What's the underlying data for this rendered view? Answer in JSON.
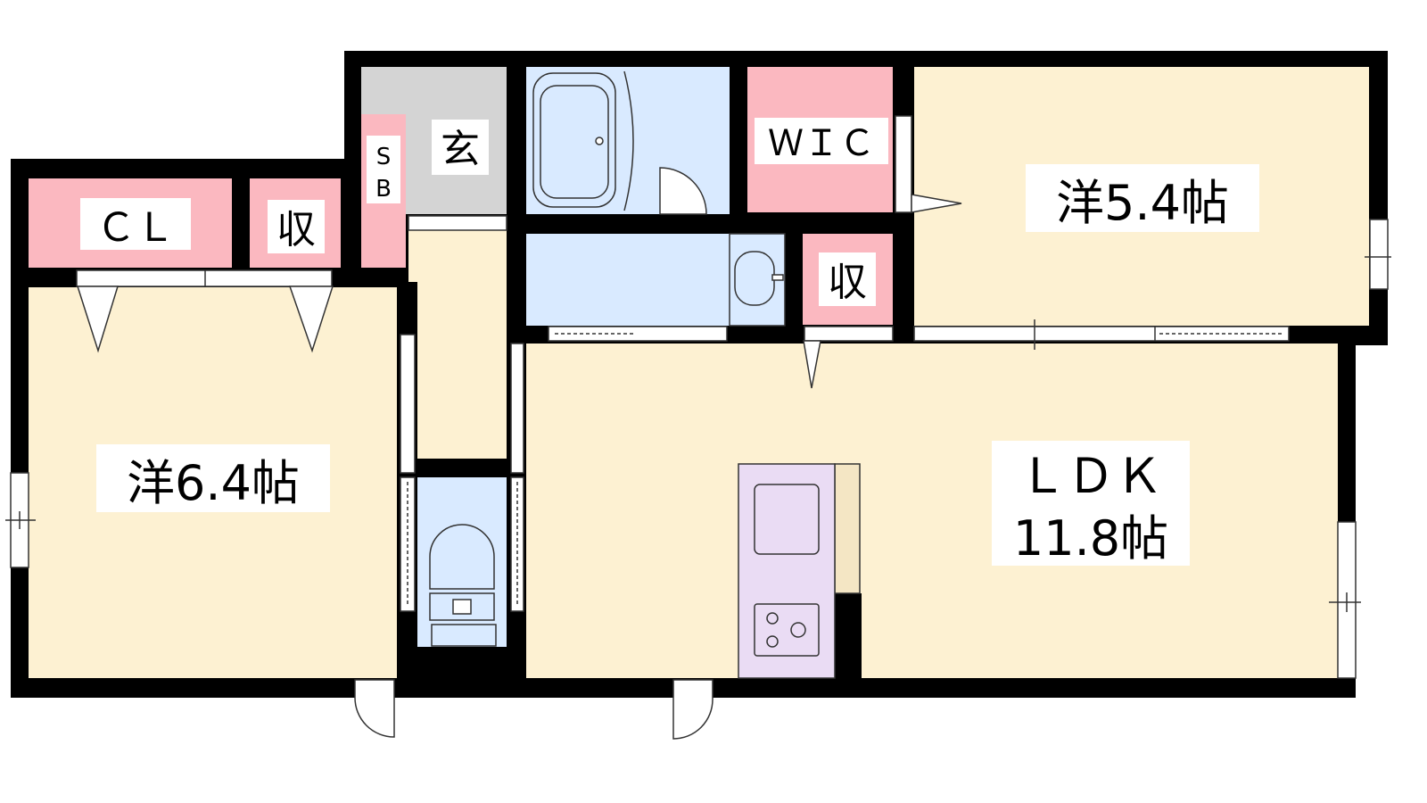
{
  "colors": {
    "wall": "#000000",
    "room": "#fdf1d2",
    "storage": "#fbb8c0",
    "wet": "#d9eaff",
    "entry": "#d4d4d4",
    "kitchen": "#eadcf4",
    "counter": "#f4e6c4",
    "fixture_stroke": "#333333"
  },
  "rooms": {
    "western_a": {
      "name": "洋6.4帖"
    },
    "western_b": {
      "name": "洋5.4帖"
    },
    "ldk": {
      "name": "ＬＤＫ",
      "size": "11.8帖"
    },
    "closet": {
      "name": "ＣＬ"
    },
    "storage_a": {
      "name": "収"
    },
    "storage_b": {
      "name": "収"
    },
    "wic": {
      "name": "ＷＩＣ"
    },
    "entrance": {
      "name": "玄"
    },
    "shoe_box": {
      "line1": "S",
      "line2": "B"
    }
  },
  "icons": [
    "bathtub-icon",
    "washbasin-icon",
    "toilet-icon",
    "sink-icon",
    "stove-icon",
    "door-swing-icon",
    "window-icon"
  ]
}
